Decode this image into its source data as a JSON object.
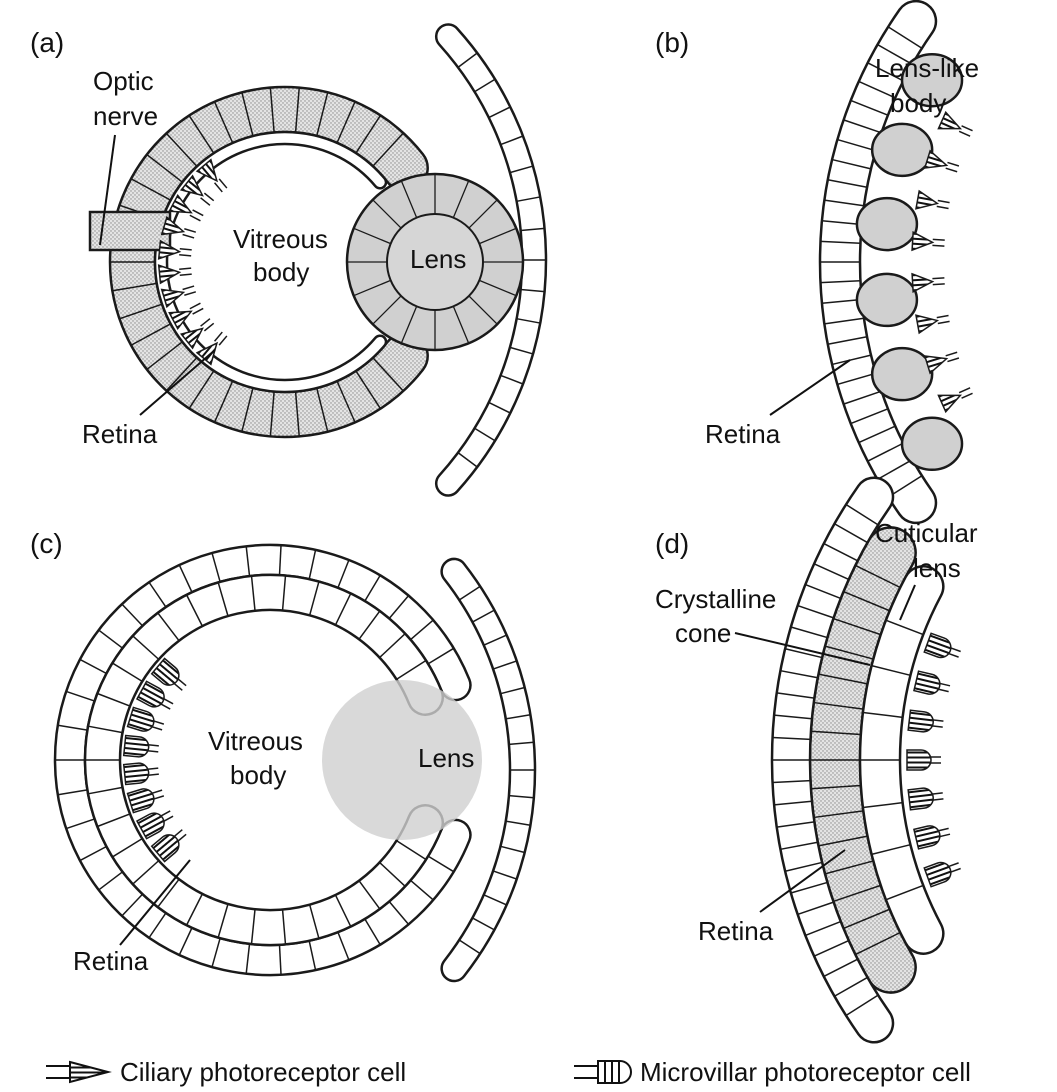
{
  "panels": {
    "a": {
      "tag": "(a)",
      "optic_nerve_1": "Optic",
      "optic_nerve_2": "nerve",
      "vitreous_1": "Vitreous",
      "vitreous_2": "body",
      "lens": "Lens",
      "retina": "Retina"
    },
    "b": {
      "tag": "(b)",
      "lenslike_1": "Lens-like",
      "lenslike_2": "body",
      "retina": "Retina"
    },
    "c": {
      "tag": "(c)",
      "vitreous_1": "Vitreous",
      "vitreous_2": "body",
      "lens": "Lens",
      "retina": "Retina"
    },
    "d": {
      "tag": "(d)",
      "cuticular_1": "Cuticular",
      "cuticular_2": "lens",
      "crystalline_1": "Crystalline",
      "crystalline_2": "cone",
      "retina": "Retina"
    }
  },
  "legend": {
    "ciliary": "Ciliary photoreceptor cell",
    "microvillar": "Microvillar photoreceptor cell"
  },
  "colors": {
    "stipple": "#d6d6d6",
    "lens_gray": "#cfcfcf",
    "line": "#1a1a1a"
  }
}
